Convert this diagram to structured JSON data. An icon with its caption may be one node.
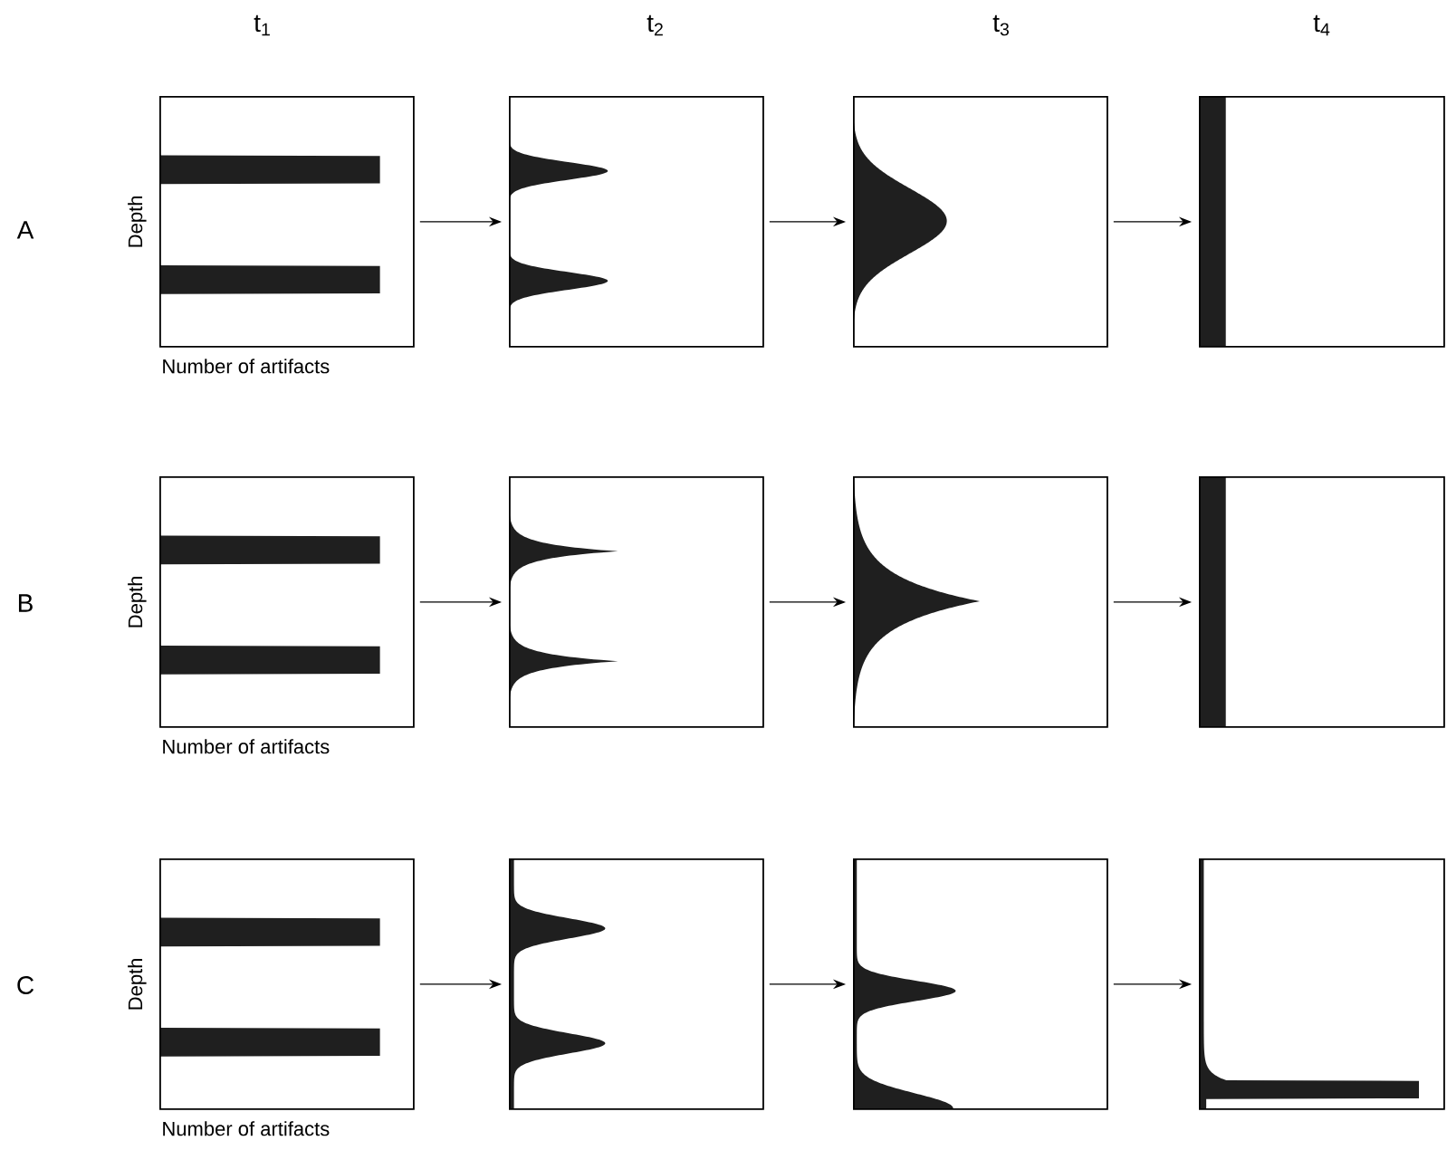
{
  "diagram": {
    "nodes": [
      {
        "text": [],
        "shape": "box",
        "beside": [
          "Depth",
          "Number of artifacts"
        ]
      },
      {
        "text": [],
        "shape": "box"
      },
      {
        "text": [],
        "shape": "box"
      },
      {
        "text": [],
        "shape": "box"
      },
      {
        "text": [],
        "shape": "box",
        "beside": [
          "Depth",
          "Number of artifacts"
        ]
      },
      {
        "text": [],
        "shape": "box"
      },
      {
        "text": [],
        "shape": "box"
      },
      {
        "text": [],
        "shape": "box"
      },
      {
        "text": [],
        "shape": "box",
        "beside": [
          "Depth",
          "Number of artifacts"
        ]
      },
      {
        "text": [],
        "shape": "box"
      },
      {
        "text": [],
        "shape": "box"
      },
      {
        "text": [],
        "shape": "box"
      }
    ],
    "edges": [
      {
        "from": 0,
        "to": 1,
        "arrow": "to"
      },
      {
        "from": 1,
        "to": 2,
        "arrow": "to"
      },
      {
        "from": 2,
        "to": 3,
        "arrow": "to"
      },
      {
        "from": 4,
        "to": 5,
        "arrow": "to"
      },
      {
        "from": 5,
        "to": 6,
        "arrow": "to"
      },
      {
        "from": 6,
        "to": 7,
        "arrow": "to"
      },
      {
        "from": 8,
        "to": 9,
        "arrow": "to"
      },
      {
        "from": 9,
        "to": 10,
        "arrow": "to"
      },
      {
        "from": 10,
        "to": 11,
        "arrow": "to"
      }
    ],
    "labels": [
      "t$_{1}$",
      "t$_{2}$",
      "t$_{3}$",
      "t$_{4}$",
      "A",
      "B",
      "C"
    ]
  }
}
